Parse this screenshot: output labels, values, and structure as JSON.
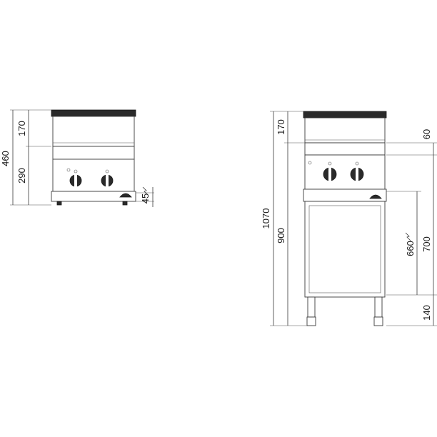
{
  "colors": {
    "line": "#3a3a3a",
    "dark": "#2a2a2a",
    "background": "#ffffff"
  },
  "left_view": {
    "dims": {
      "total": "460",
      "top": "170",
      "panel": "290",
      "feet": "45"
    }
  },
  "right_view": {
    "dims": {
      "total": "1070",
      "height_top": "900",
      "top": "170",
      "top_offset": "60",
      "electric": "660",
      "cabinet": "700",
      "legs": "140"
    }
  },
  "icons": {
    "electric": "lightning-icon",
    "knob": "control-knob-icon",
    "indicator": "indicator-lamp-icon",
    "logo": "brand-badge-icon"
  }
}
